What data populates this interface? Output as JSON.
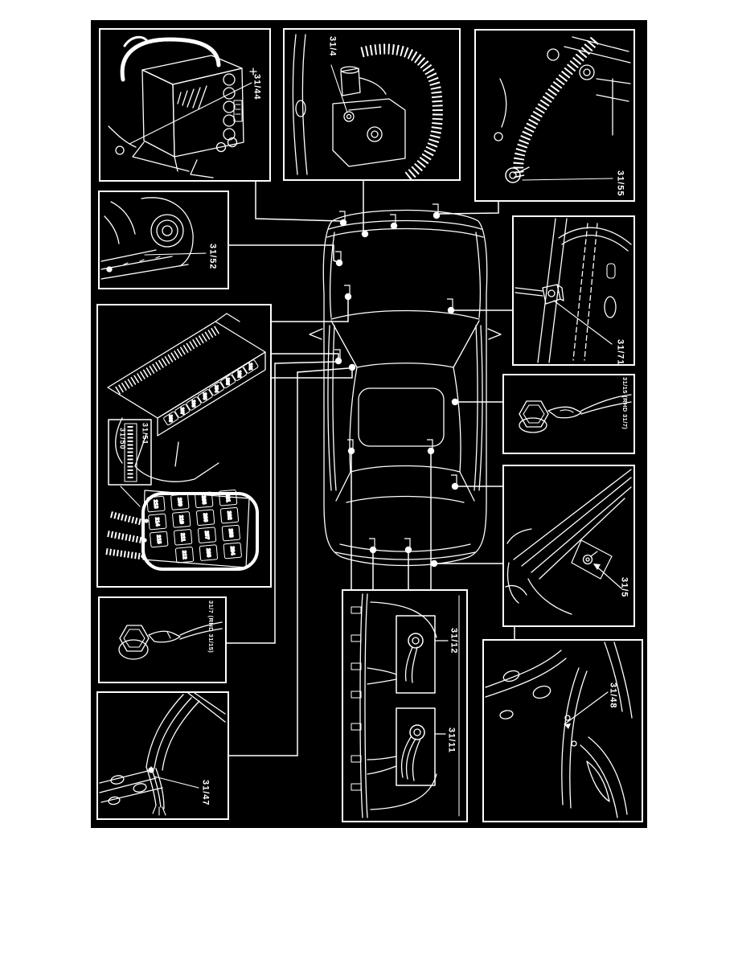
{
  "colors": {
    "paper": "#ffffff",
    "diagram_background": "#000000",
    "line_ink": "#ffffff"
  },
  "labels": {
    "c31_44": "31/44",
    "c31_4": "31/4",
    "c31_55": "31/55",
    "c31_52": "31/52",
    "c31_51": "31/51",
    "c31_50": "31/50",
    "c31_71": "31/71",
    "c31_15": "31/15 (RHD 31/7)",
    "c31_5": "31/5",
    "c31_7": "31/7 (RHD 31/15)",
    "c31_47": "31/47",
    "c31_12": "31/12",
    "c31_11": "31/11",
    "c31_48": "31/48"
  },
  "fuse_panel": {
    "numbers": [
      "201",
      "202",
      "203",
      "204",
      "205",
      "206",
      "207",
      "208",
      "209",
      "210",
      "211",
      "212",
      "213",
      "214",
      "215"
    ]
  },
  "relay_carrier": {
    "numbers": [
      "101",
      "102",
      "103",
      "104",
      "105",
      "106",
      "107",
      "108"
    ]
  }
}
